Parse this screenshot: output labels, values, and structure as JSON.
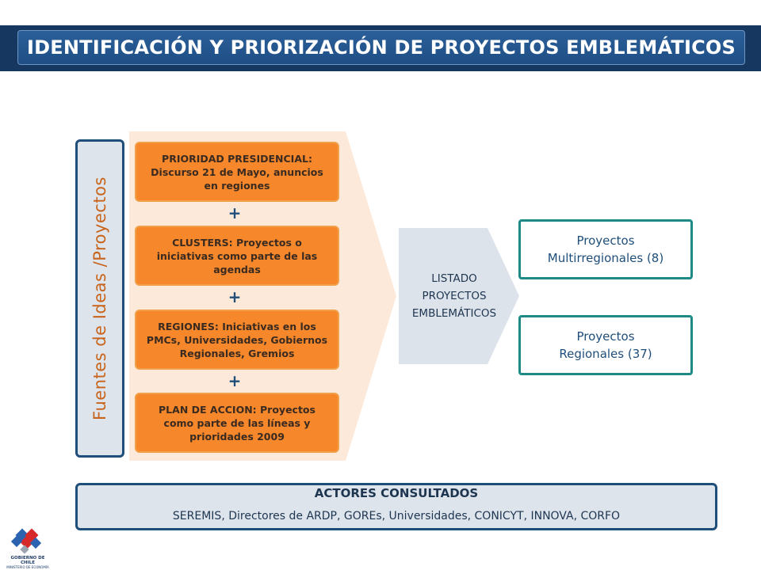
{
  "title": "IDENTIFICACIÓN Y PRIORIZACIÓN DE PROYECTOS EMBLEMÁTICOS",
  "sources_label": "Fuentes de Ideas /Proyectos",
  "sources": [
    {
      "text": "PRIORIDAD PRESIDENCIAL: Discurso 21 de Mayo, anuncios en regiones"
    },
    {
      "text": "CLUSTERS: Proyectos o iniciativas como parte de las agendas"
    },
    {
      "text": "REGIONES: Iniciativas en los PMCs, Universidades, Gobiernos Regionales, Gremios"
    },
    {
      "text": "PLAN DE ACCION: Proyectos como parte de las líneas y prioridades 2009"
    }
  ],
  "plus_sign": "+",
  "list_label": "LISTADO\nPROYECTOS\nEMBLEMÁTICOS",
  "outputs": [
    {
      "text": "Proyectos\nMultirregionales (8)"
    },
    {
      "text": "Proyectos\nRegionales (37)"
    }
  ],
  "actors": {
    "title": "ACTORES CONSULTADOS",
    "text": "SEREMIS, Directores de ARDP, GOREs, Universidades, CONICYT, INNOVA, CORFO"
  },
  "logo": {
    "line1": "GOBIERNO DE CHILE",
    "line2": "MINISTERIO DE ECONOMÍA"
  },
  "colors": {
    "title_bg": "#1f4e85",
    "source_box": "#f6882b",
    "chevron_bg": "#fde9d9",
    "list_chevron": "#dde3ea",
    "output_border": "#1e8a86",
    "frame": "#1f4e7a",
    "label_orange": "#c8641b"
  }
}
